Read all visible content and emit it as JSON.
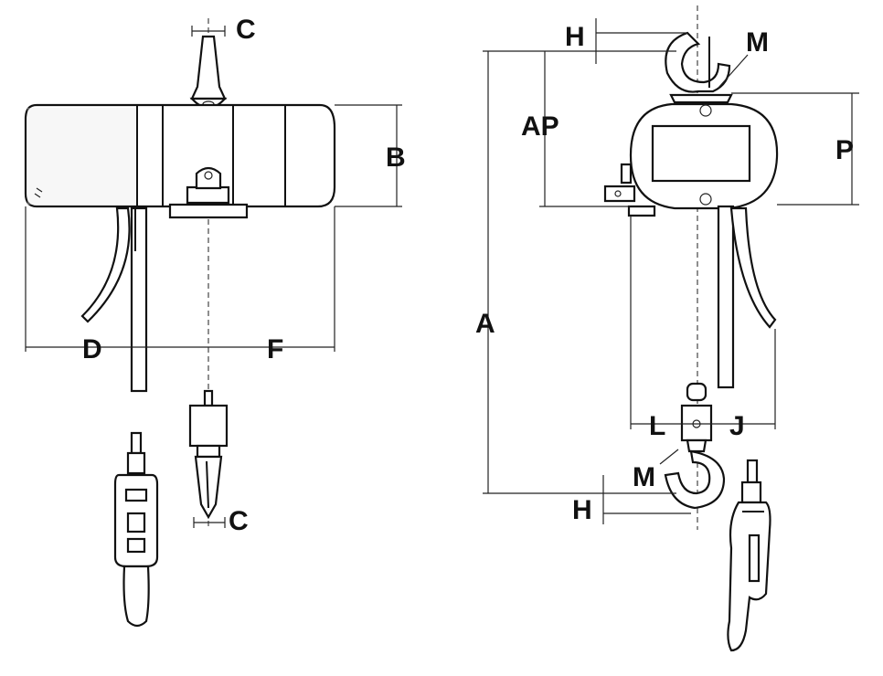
{
  "diagram": {
    "dimension_labels": {
      "c_top": "C",
      "c_bottom": "C",
      "b": "B",
      "d": "D",
      "f": "F",
      "h_top": "H",
      "h_bottom": "H",
      "m_top": "M",
      "m_bottom": "M",
      "ap": "AP",
      "p": "P",
      "a": "A",
      "l": "L",
      "j": "J"
    },
    "colors": {
      "line": "#111111",
      "background": "#ffffff",
      "shade": "#e9e9e9"
    }
  }
}
